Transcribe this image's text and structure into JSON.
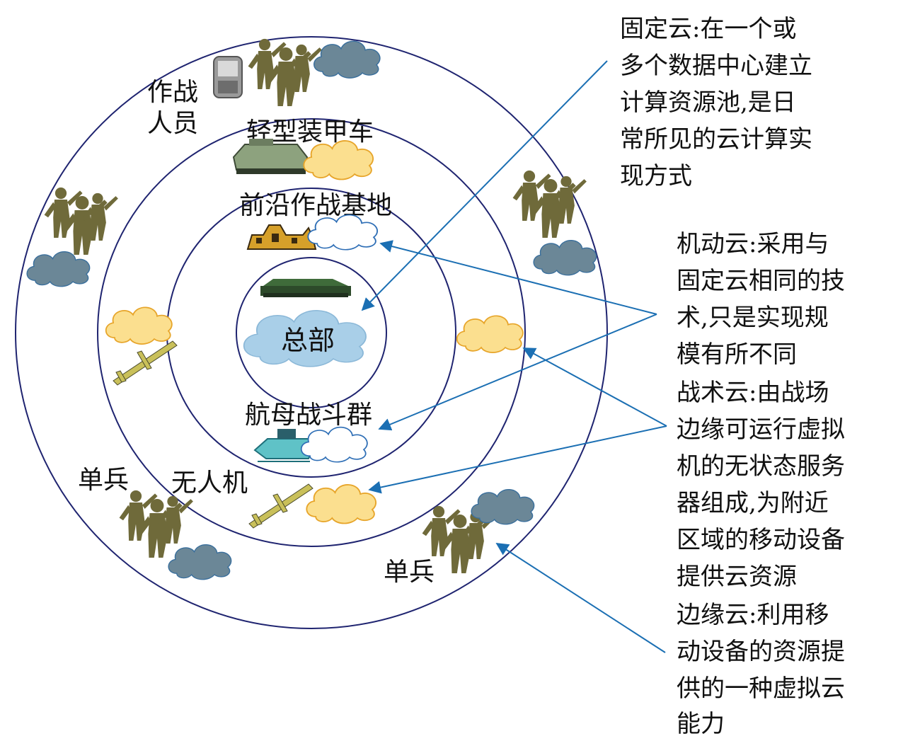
{
  "labels": {
    "hq": "总部",
    "forward_base": "前沿作战基地",
    "carrier_group": "航母战斗群",
    "light_armor": "轻型装甲车",
    "uav": "无人机",
    "combat_staff_1": "作战",
    "combat_staff_2": "人员",
    "soldier_left": "单兵",
    "soldier_right": "单兵"
  },
  "notes": {
    "fixed_cloud": [
      "固定云:在一个或",
      "多个数据中心建立",
      "计算资源池,是日",
      "常所见的云计算实",
      "现方式"
    ],
    "mobile_cloud": [
      "机动云:采用与",
      "固定云相同的技",
      "术,只是实现规",
      "模有所不同"
    ],
    "tactical_cloud": [
      "战术云:由战场",
      "边缘可运行虚拟",
      "机的无状态服务",
      "器组成,为附近",
      "区域的移动设备",
      "提供云资源"
    ],
    "edge_cloud": [
      "边缘云:利用移",
      "动设备的资源提",
      "供的一种虚拟云",
      "能力"
    ]
  },
  "colors": {
    "ring": "#1f2470",
    "arrow": "#1b6fb3",
    "hq_cloud": "#a9cfe8",
    "white_cloud": "#ffffff",
    "white_cloud_stroke": "#2f6fb6",
    "yellow_cloud": "#fbdf8f",
    "yellow_cloud_stroke": "#e7a52a",
    "gray_cloud": "#6b8797",
    "gray_cloud_stroke": "#3a6f9c",
    "soldier": "#6f6a3a"
  },
  "icons": [
    "soldier-icon",
    "phone-icon",
    "armored-vehicle-icon",
    "building-icon",
    "hq-building-icon",
    "uav-icon",
    "carrier-ship-icon",
    "cloud-icon"
  ]
}
